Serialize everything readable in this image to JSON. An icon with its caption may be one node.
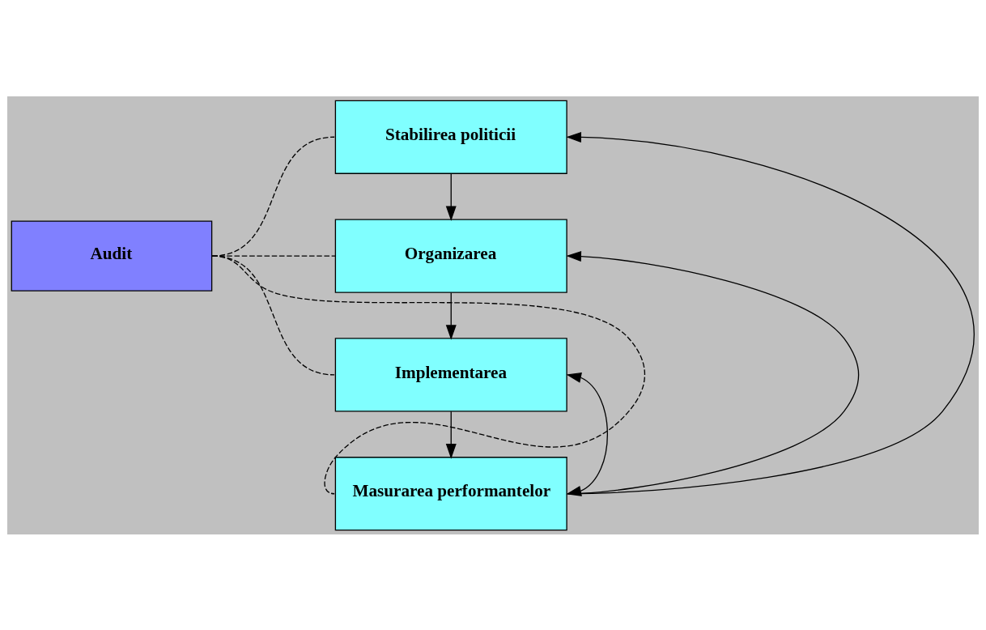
{
  "diagram": {
    "nodes": [
      {
        "text": [
          "Audit"
        ]
      },
      {
        "text": [
          "Stabilirea politicii"
        ]
      },
      {
        "text": [
          "Organizarea"
        ]
      },
      {
        "text": [
          "Implementarea"
        ]
      },
      {
        "text": [
          "Masurarea performantelor"
        ]
      }
    ],
    "edges": [
      {
        "from": 1,
        "to": 2,
        "arrow": "to"
      },
      {
        "from": 2,
        "to": 3,
        "arrow": "to"
      },
      {
        "from": 3,
        "to": 4,
        "arrow": "to"
      },
      {
        "from": 4,
        "to": 1,
        "arrow": "to"
      },
      {
        "from": 4,
        "to": 2,
        "arrow": "to"
      },
      {
        "from": 4,
        "to": 3,
        "arrow": "both"
      },
      {
        "from": 0,
        "to": 1,
        "arrow": "none",
        "style": "dashed"
      },
      {
        "from": 0,
        "to": 2,
        "arrow": "none",
        "style": "dashed"
      },
      {
        "from": 0,
        "to": 3,
        "arrow": "none",
        "style": "dashed"
      },
      {
        "from": 0,
        "to": 4,
        "arrow": "none",
        "style": "dashed"
      }
    ]
  }
}
